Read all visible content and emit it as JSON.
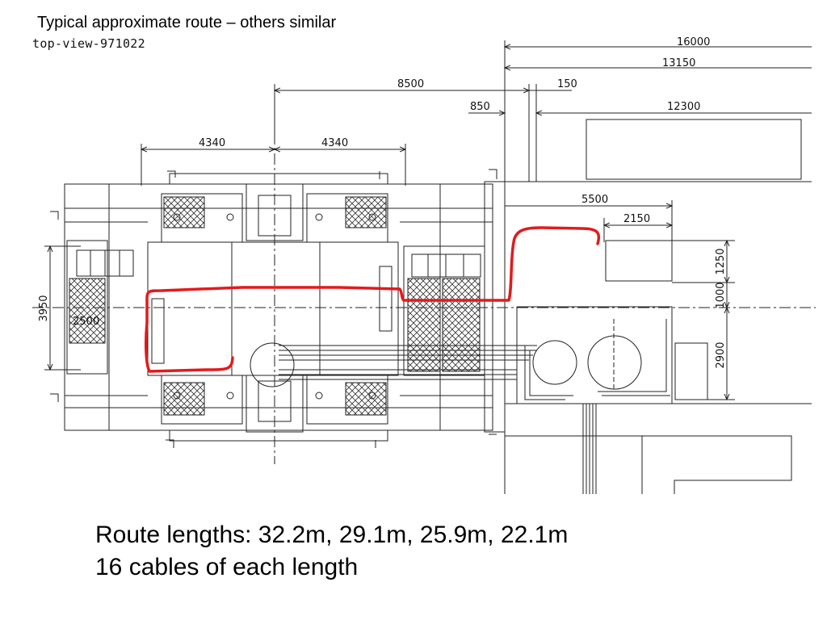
{
  "slide": {
    "title": "Typical approximate route – others similar",
    "drawing_id": "top-view-971022",
    "caption_line1": "Route lengths: 32.2m, 29.1m, 25.9m, 22.1m",
    "caption_line2": "16 cables of each length"
  },
  "dimensions": {
    "d16000": "16000",
    "d13150": "13150",
    "d8500": "8500",
    "d150": "150",
    "d850": "850",
    "d12300": "12300",
    "d4340_left": "4340",
    "d4340_right": "4340",
    "d5500": "5500",
    "d2150": "2150",
    "d3950": "3950",
    "d2500": "2500",
    "d1250": "1250",
    "d1000": "1000",
    "d2900": "2900"
  },
  "colors": {
    "route": "#e31a1c",
    "lines": "#222222"
  }
}
